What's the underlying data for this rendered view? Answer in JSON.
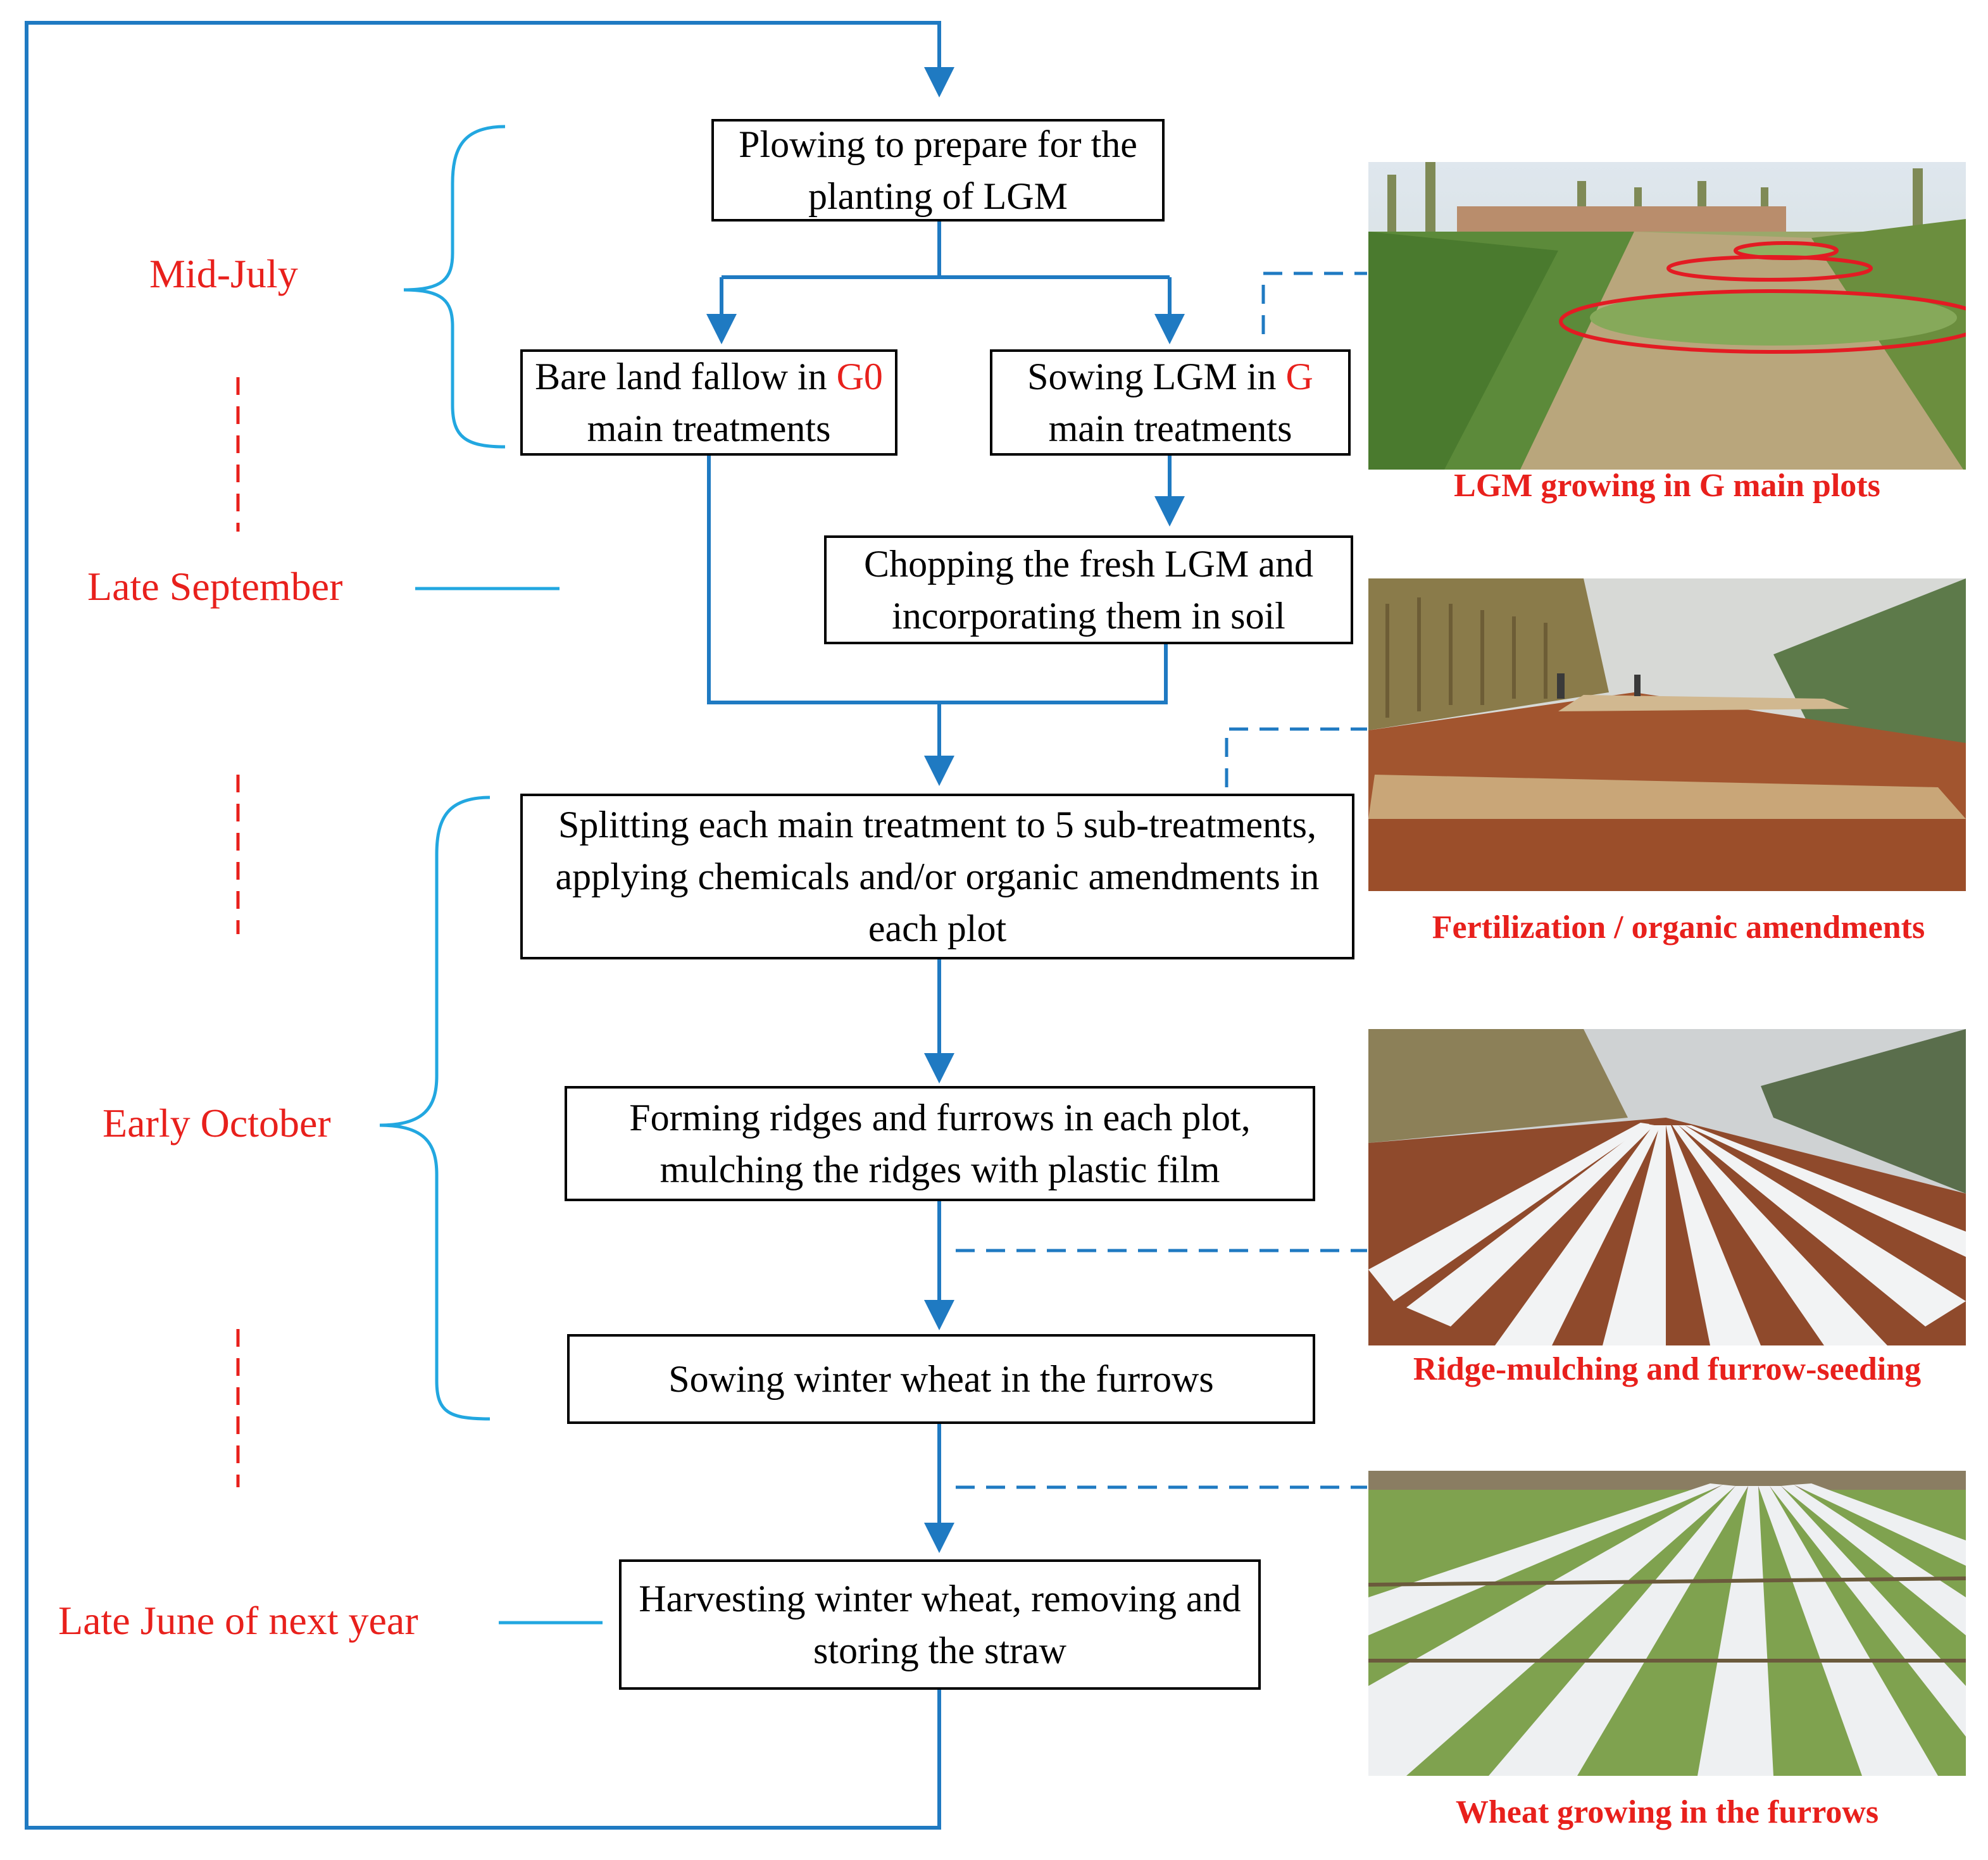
{
  "steps": {
    "plowing": "Plowing to prepare for the planting of LGM",
    "bare_pre": "Bare land fallow in ",
    "bare_hl": "G0",
    "bare_post": " main treatments",
    "sowing_pre": "Sowing LGM in ",
    "sowing_hl": "G",
    "sowing_post": " main treatments",
    "chopping": "Chopping the fresh LGM and incorporating them in soil",
    "splitting": "Splitting each main treatment to 5 sub-treatments, applying chemicals and/or organic amendments in each plot",
    "ridges": "Forming ridges and furrows in each plot, mulching the ridges with plastic film",
    "sowing_wheat": "Sowing winter wheat in the furrows",
    "harvesting": "Harvesting winter wheat, removing and storing the straw"
  },
  "timeline": {
    "mid_july": "Mid-July",
    "late_september": "Late September",
    "early_october": "Early October",
    "late_june": "Late June of next year"
  },
  "captions": {
    "photo1": "LGM growing in G main plots",
    "photo2": "Fertilization / organic amendments",
    "photo3": "Ridge-mulching and furrow-seeding",
    "photo4": "Wheat growing in the furrows"
  },
  "colors": {
    "flow_line": "#1f7ac2",
    "bracket": "#22a7e0",
    "highlight": "#e8201c",
    "box_border": "#000000"
  }
}
